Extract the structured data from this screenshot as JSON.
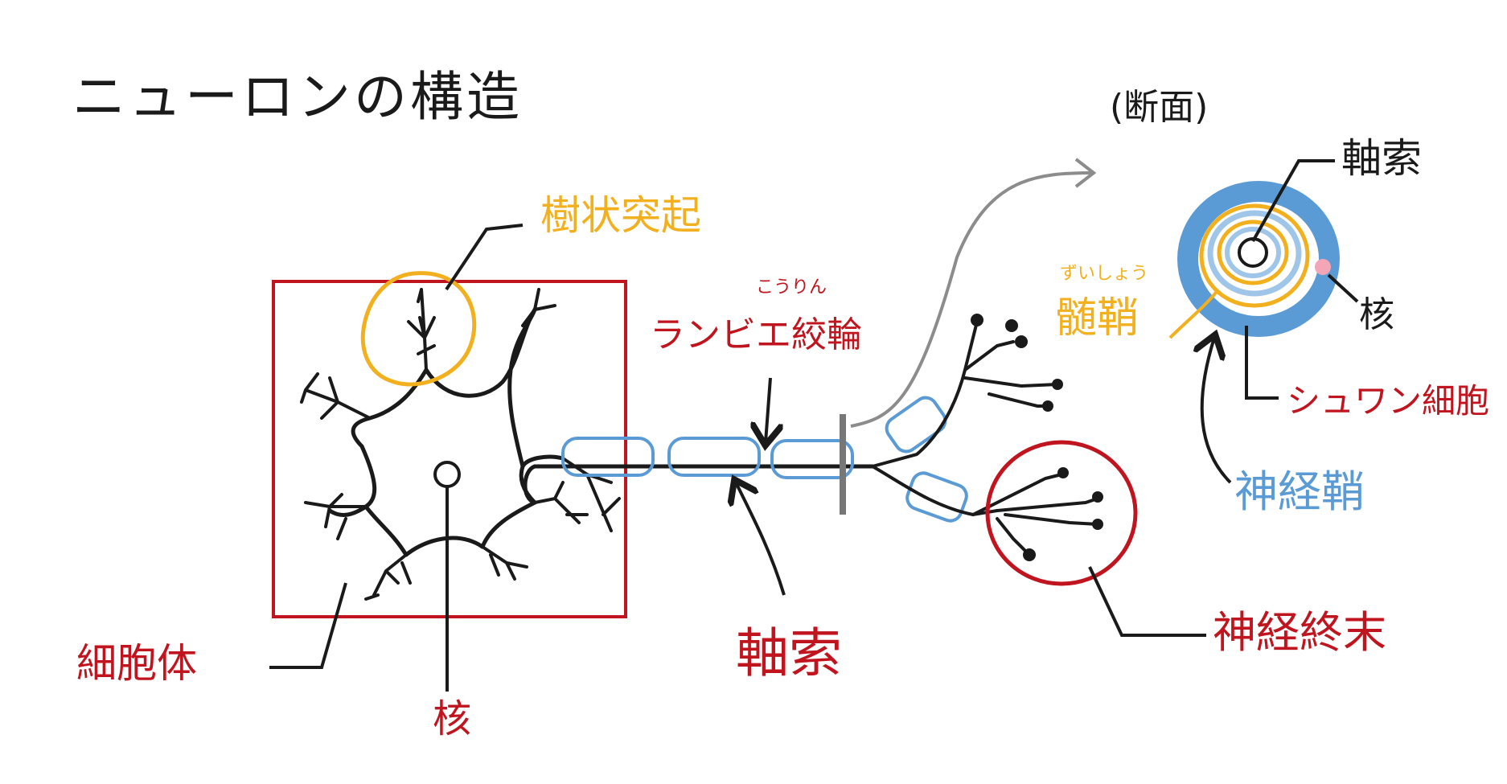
{
  "title": "ニューロンの構造",
  "section_label": "(断面)",
  "labels": {
    "dendrite": "樹状突起",
    "ranvier": "ランビエ絞輪",
    "ranvier_ruby": "こうりん",
    "cell_body": "細胞体",
    "nucleus": "核",
    "axon": "軸索",
    "nerve_ending": "神経終末",
    "cross_axon": "軸索",
    "cross_nucleus": "核",
    "myelin": "髄鞘",
    "myelin_ruby": "ずいしょう",
    "schwann": "シュワン細胞",
    "neurilemma": "神経鞘"
  },
  "colors": {
    "ink": "#1a1a1a",
    "dendrite_label": "#f2b01e",
    "red_label": "#c0141e",
    "sheath_blue": "#5b9bd5",
    "gray_arrow": "#8c8c8c",
    "nucleus_pink": "#f4a6b6"
  }
}
